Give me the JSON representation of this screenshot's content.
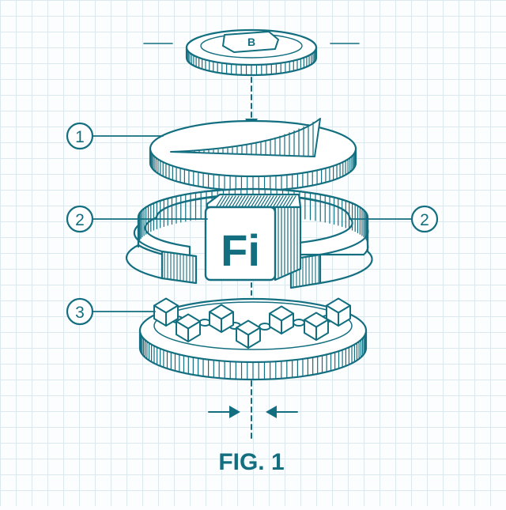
{
  "colors": {
    "ink": "#136f80",
    "fill": "#ffffff",
    "background": "#fbfdfe",
    "grid": "#dbe8ee"
  },
  "callouts": {
    "layer_1": "1",
    "layer_2_left": "2",
    "layer_2_right": "2",
    "layer_3": "3"
  },
  "center_block_label": "Fi",
  "top_coin_symbol": "B",
  "figure_caption": "FIG. 1"
}
